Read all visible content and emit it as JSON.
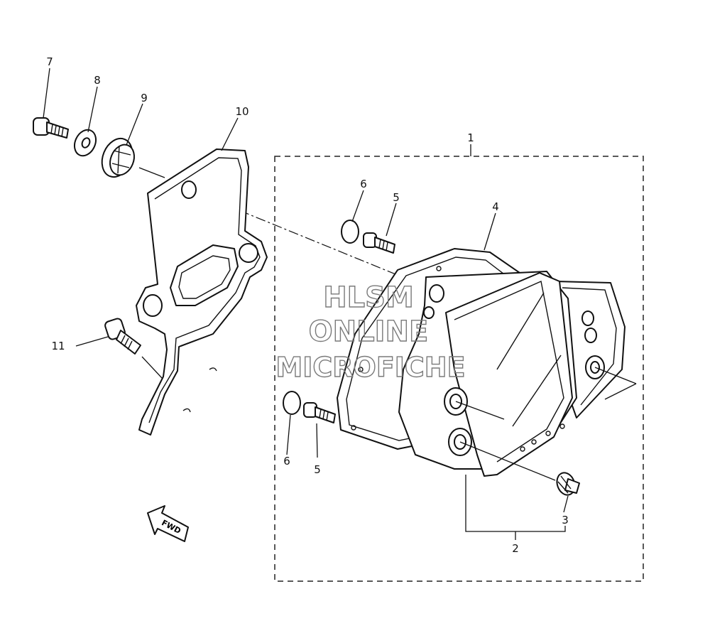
{
  "diagram": {
    "callouts": {
      "c1": "1",
      "c2": "2",
      "c3": "3",
      "c4": "4",
      "c5a": "5",
      "c5b": "5",
      "c6a": "6",
      "c6b": "6",
      "c7": "7",
      "c8": "8",
      "c9": "9",
      "c10": "10",
      "c11": "11"
    },
    "fwd_label": "FWD",
    "watermark": {
      "line1": "HLSM",
      "line2": "ONLINE",
      "line3": "MICROFICHE"
    }
  }
}
